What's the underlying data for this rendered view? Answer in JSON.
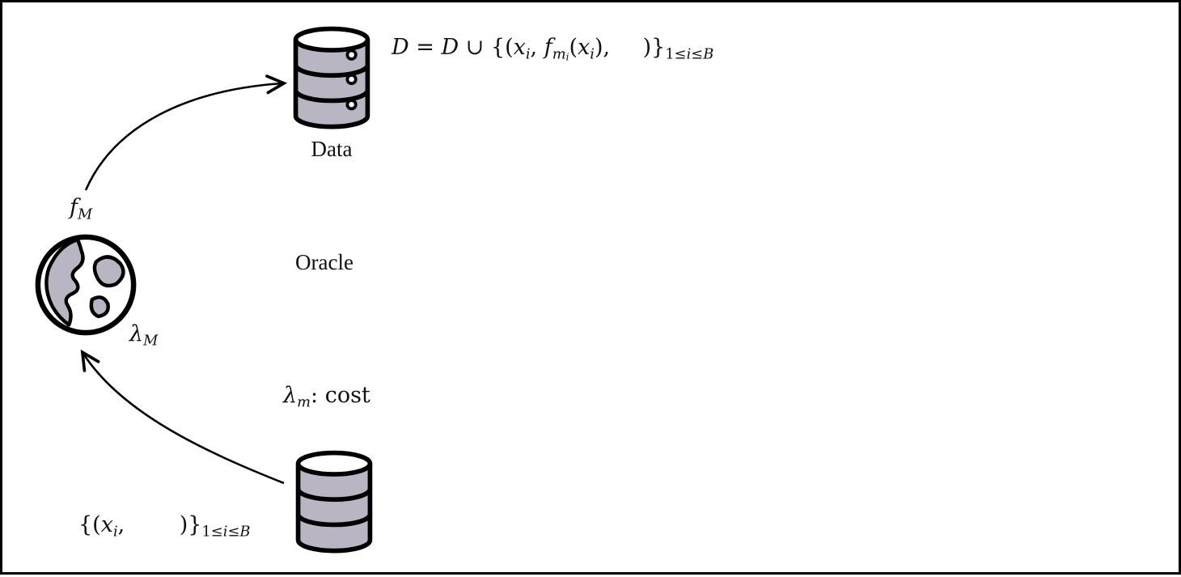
{
  "diagram": {
    "labels": {
      "data": "Data",
      "oracle": "Oracle"
    },
    "math": {
      "f_M": [
        {
          "t": "f",
          "i": true
        },
        {
          "t": "M",
          "d": 1,
          "i": true
        }
      ],
      "lambda_M": [
        {
          "t": "λ",
          "i": true
        },
        {
          "t": "M",
          "d": 1,
          "i": true
        }
      ],
      "lambda_m_cost": [
        {
          "t": "λ",
          "i": true
        },
        {
          "t": "m",
          "d": 1,
          "i": true
        },
        {
          "t": ": cost"
        }
      ],
      "dataset_update": [
        {
          "t": "D",
          "i": true
        },
        {
          "t": " = "
        },
        {
          "t": "D",
          "i": true
        },
        {
          "t": " ∪ {("
        },
        {
          "t": "x",
          "i": true
        },
        {
          "t": "i",
          "d": 1,
          "i": true
        },
        {
          "t": ", "
        },
        {
          "t": "f",
          "i": true
        },
        {
          "t": "m",
          "d": 1,
          "i": true
        },
        {
          "t": "i",
          "d": 2,
          "i": true
        },
        {
          "t": "("
        },
        {
          "t": "x",
          "i": true
        },
        {
          "t": "i",
          "d": 1,
          "i": true
        },
        {
          "t": "),"
        },
        {
          "t": "  "
        },
        {
          "t": ")}"
        },
        {
          "t": "1≤",
          "d": 1
        },
        {
          "t": "i",
          "d": 1,
          "i": true
        },
        {
          "t": "≤",
          "d": 1
        },
        {
          "t": "B",
          "d": 1,
          "i": true
        }
      ],
      "query_batch": [
        {
          "t": "{("
        },
        {
          "t": "x",
          "i": true
        },
        {
          "t": "i",
          "d": 1,
          "i": true
        },
        {
          "t": ","
        },
        {
          "t": "   "
        },
        {
          "t": ")}"
        },
        {
          "t": "1≤",
          "d": 1
        },
        {
          "t": "i",
          "d": 1,
          "i": true
        },
        {
          "t": "≤",
          "d": 1
        },
        {
          "t": "B",
          "d": 1,
          "i": true
        }
      ]
    },
    "icons": {
      "top_database": "database-icon",
      "bottom_database": "database-icon",
      "globe": "globe-icon",
      "arrow_to_data": "curved-arrow-icon",
      "arrow_to_globe": "curved-arrow-icon"
    },
    "colors": {
      "fill_gray": "#b9b5c2",
      "stroke": "#000000",
      "background": "#ffffff"
    }
  }
}
